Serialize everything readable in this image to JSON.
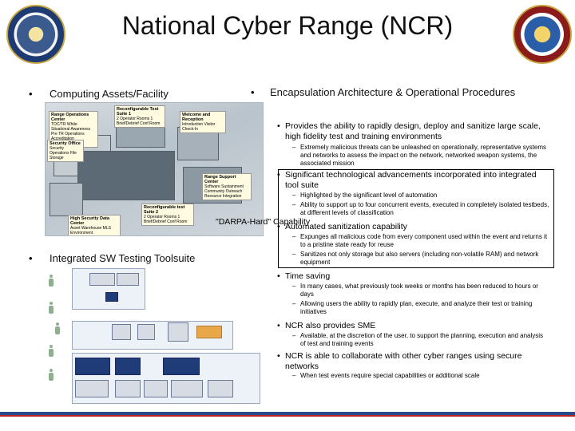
{
  "slide": {
    "title": "National Cyber Range (NCR)",
    "bullet_glyph": "•",
    "sub_glyph": "–",
    "left_heading_1": "Computing Assets/Facility",
    "left_heading_2": "Integrated SW Testing Toolsuite",
    "right_heading": "Encapsulation Architecture & Operational Procedures"
  },
  "facility_labels": {
    "suite1_title": "Reconfigurable Test Suite 1",
    "suite1_text": "2 Operator Rooms 1 Brief/Debrief Conf Room",
    "welcome_title": "Welcome and Reception",
    "welcome_text": "Introduction Visitor Check-In",
    "ops_title": "Range Operations Center",
    "ops_text": "TOC/TR White Situational Awareness Pre TR Operations Accreditation Maintenance",
    "security_title": "Security Office",
    "security_text": "Security Operations File Storage",
    "support_title": "Range Support Center",
    "support_text": "Software Sustainment Community Outreach Resource Integration",
    "suite2_title": "Reconfigurable test Suite 2",
    "suite2_text": "2 Operator Rooms 1 Brief/Debrief Conf Room",
    "datacenter_title": "High Security Data Center",
    "datacenter_text": "Asset Warehouse MLS Environment"
  },
  "right_text": {
    "b1": "Provides the ability to rapidly design, deploy and sanitize large scale, high fidelity test and training environments",
    "b1_s1": "Extremely malicious threats can be unleashed on operationally, representative systems and networks to assess the impact on the network, networked weapon systems, the associated mission",
    "b2": "Significant technological advancements incorporated into integrated tool suite",
    "b2_s1": "Highlighted by the significant level of automation",
    "b2_s2": "Ability to support up to four concurrent events, executed in completely isolated testbeds, at different levels of classification",
    "darpa": "\"DARPA-Hard\" Capability",
    "b3": "Automated sanitization capability",
    "b3_s1": "Expunges all malicious code from every component used within the event and returns it to a pristine state ready for reuse",
    "b3_s2": "Sanitizes not only storage but also servers (including non-volatile RAM) and network equipment",
    "b4": "Time saving",
    "b4_s1": "In many cases, what previously took weeks or months has been reduced to hours or days",
    "b4_s2": "Allowing users the ability to rapidly plan, execute, and analyze their test or training initiatives",
    "b5": "NCR also provides SME",
    "b5_s1": "Available, at the discretion of the user, to support the planning, execution and analysis of test and training events",
    "b6": "NCR is able to collaborate with other cyber ranges using secure networks",
    "b6_s1": "When test events require special capabilities or additional scale"
  },
  "colors": {
    "footer_blue": "#2b4a8a",
    "footer_red": "#b22222",
    "accent_navy": "#1f3b78"
  }
}
